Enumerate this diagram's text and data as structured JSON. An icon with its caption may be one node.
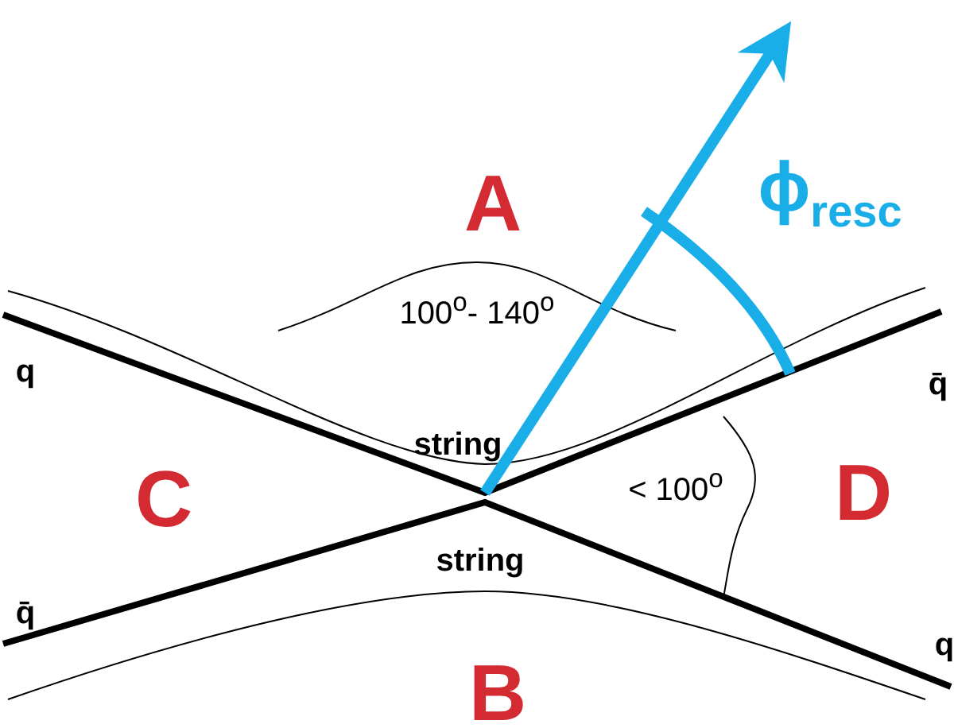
{
  "diagram": {
    "labels": [
      "A",
      "ϕ$_{resc}$",
      "100$^{o}$- 140$^{o}$",
      "q",
      "q̄",
      "string",
      "C",
      "< 100$^{o}$",
      "D",
      "string",
      "q̄",
      "q",
      "B"
    ]
  }
}
